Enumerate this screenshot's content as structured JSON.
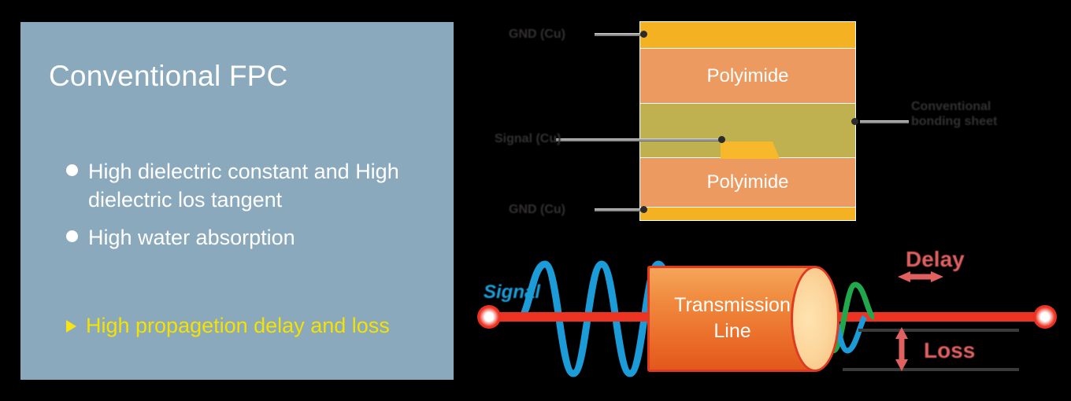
{
  "slide": {
    "background_color": "#000000"
  },
  "left_panel": {
    "background_color": "#8aa9bd",
    "title": "Conventional FPC",
    "bullets": [
      {
        "marker": "dot-bullet",
        "text": "High dielectric constant and High dielectric los tangent",
        "color": "#ffffff"
      },
      {
        "marker": "dot-bullet",
        "text": "High water absorption",
        "color": "#ffffff"
      },
      {
        "marker": "triangle-bullet",
        "text": "High propagetion delay and loss",
        "color": "#f5e200"
      }
    ]
  },
  "fpc_cross_section": {
    "layers": [
      {
        "name": "gnd-top",
        "label": "",
        "color": "#f4b223"
      },
      {
        "name": "polyimide-top",
        "label": "Polyimide",
        "color": "#ed9a61"
      },
      {
        "name": "bonding-sheet",
        "label": "",
        "color": "#bfb14f"
      },
      {
        "name": "polyimide-bottom",
        "label": "Polyimide",
        "color": "#ed9a61"
      },
      {
        "name": "gnd-bottom",
        "label": "",
        "color": "#f4b223"
      }
    ],
    "signal_trace_color": "#f7b82b",
    "callouts": {
      "gnd_top": "GND (Cu)",
      "signal": "Signal (Cu)",
      "gnd_bottom": "GND (Cu)",
      "bonding_sheet_line1": "Conventional",
      "bonding_sheet_line2": "bonding sheet"
    }
  },
  "transmission_line": {
    "cylinder_label_line1": "Transmission",
    "cylinder_label_line2": "Line",
    "cylinder_color": "#ee6a28",
    "wire_color": "#ee3322",
    "input_wave_label": "Signal",
    "input_wave_color": "#1b9cd8",
    "delay_label": "Delay",
    "loss_label": "Loss",
    "annotation_color": "#e06060",
    "output_wave_colors": [
      "#1b9cd8",
      "#22a84c"
    ]
  }
}
